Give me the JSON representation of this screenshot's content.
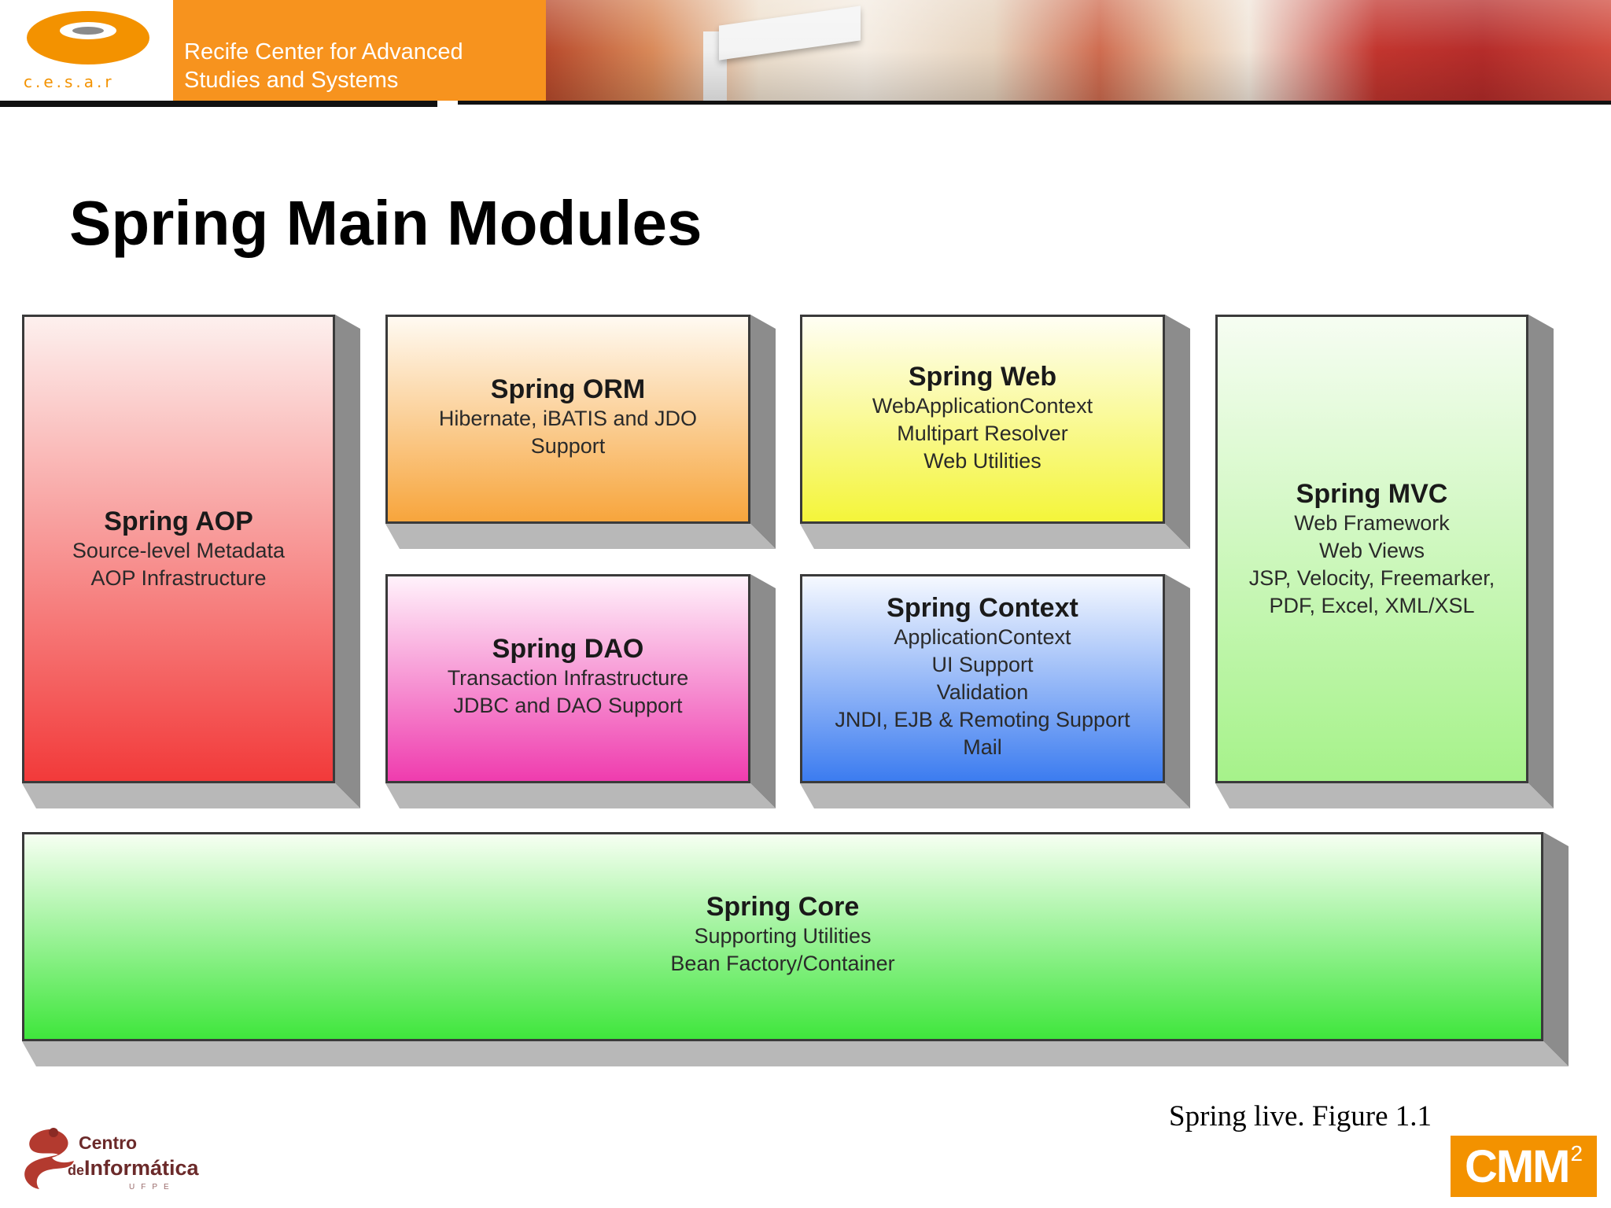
{
  "header": {
    "logo_text": "c.e.s.a.r",
    "org_line1": "Recife Center for Advanced",
    "org_line2": "Studies and Systems"
  },
  "slide": {
    "title": "Spring Main Modules",
    "caption": "Spring live. Figure 1.1"
  },
  "modules": {
    "aop": {
      "title": "Spring AOP",
      "lines": [
        "Source-level Metadata",
        "AOP Infrastructure"
      ],
      "color_top": "#fdf0ee",
      "color_bottom": "#f23a3a"
    },
    "orm": {
      "title": "Spring ORM",
      "lines": [
        "Hibernate, iBATIS and JDO",
        "Support"
      ],
      "color_top": "#fffaf2",
      "color_bottom": "#f7a53c"
    },
    "web": {
      "title": "Spring Web",
      "lines": [
        "WebApplicationContext",
        "Multipart Resolver",
        "Web Utilities"
      ],
      "color_top": "#fffef4",
      "color_bottom": "#f4f53a"
    },
    "mvc": {
      "title": "Spring MVC",
      "lines": [
        "Web Framework",
        "Web Views",
        "JSP, Velocity, Freemarker,",
        "PDF, Excel, XML/XSL"
      ],
      "color_top": "#f6fdf2",
      "color_bottom": "#a6f28a"
    },
    "dao": {
      "title": "Spring DAO",
      "lines": [
        "Transaction Infrastructure",
        "JDBC and DAO Support"
      ],
      "color_top": "#fff2fb",
      "color_bottom": "#ef3cae"
    },
    "context": {
      "title": "Spring Context",
      "lines": [
        "ApplicationContext",
        "UI Support",
        "Validation",
        "JNDI, EJB & Remoting Support",
        "Mail"
      ],
      "color_top": "#f6f9ff",
      "color_bottom": "#3c7cf0"
    },
    "core": {
      "title": "Spring Core",
      "lines": [
        "Supporting Utilities",
        "Bean Factory/Container"
      ],
      "color_top": "#f6fff2",
      "color_bottom": "#3fe63c"
    }
  },
  "footer": {
    "cin_word1": "Centro",
    "cin_word2_small": "de",
    "cin_word2": "Informática",
    "cin_word3": "UFPE",
    "cmm_text": "CMM",
    "cmm_sup": "2"
  },
  "colors": {
    "accent_orange": "#f7931e",
    "box_side": "#8c8c8c",
    "box_bottom": "#b8b8b8"
  }
}
